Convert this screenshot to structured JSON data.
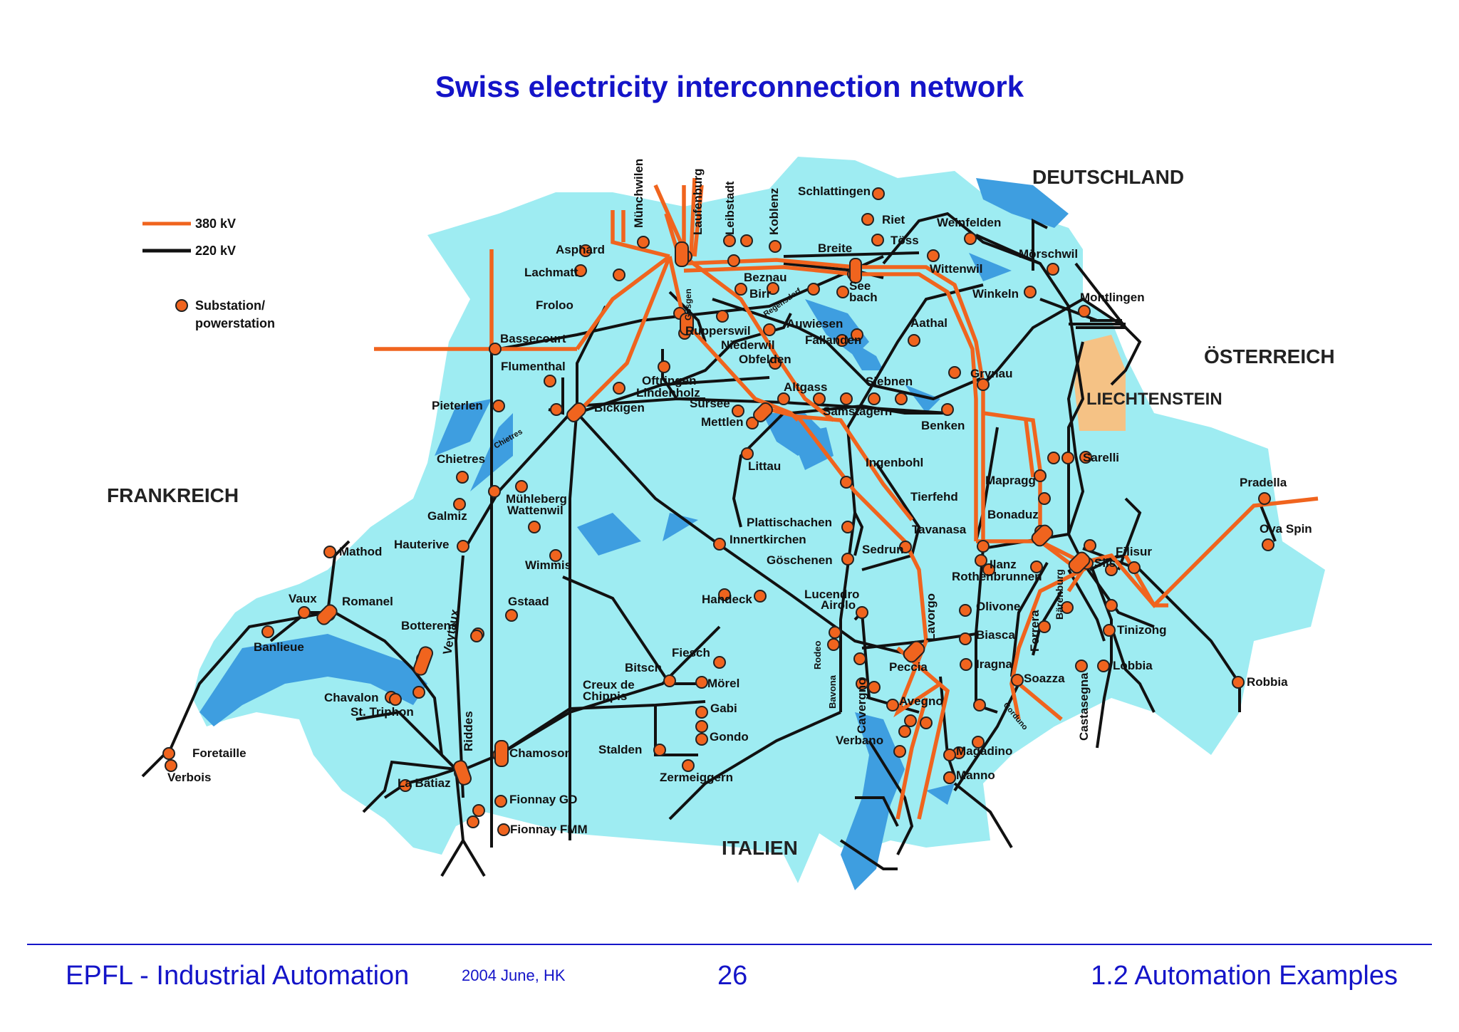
{
  "title": "Swiss electricity interconnection network",
  "legend": {
    "kv380": "380 kV",
    "kv220": "220 kV",
    "substation_line1": "Substation/",
    "substation_line2": "powerstation"
  },
  "colors": {
    "title": "#1414c8",
    "line_380": "#f0641e",
    "line_220": "#111111",
    "land": "#9eecf2",
    "lake": "#3e9ee0",
    "liechtenstein": "#f5c285",
    "node_fill": "#f0641e",
    "node_stroke": "#222222"
  },
  "countries": {
    "deutschland": "DEUTSCHLAND",
    "oesterreich": "ÖSTERREICH",
    "liechtenstein": "LIECHTENSTEIN",
    "frankreich": "FRANKREICH",
    "italien": "ITALIEN"
  },
  "places": [
    "Münchwilen",
    "Laufenburg",
    "Leibstadt",
    "Koblenz",
    "Schlattingen",
    "Riet",
    "Töss",
    "Weinfelden",
    "Asphard",
    "Lachmatt",
    "Froloo",
    "Beznau",
    "Birr",
    "Breite",
    "See",
    "bach",
    "Regensdorf",
    "Gösgen",
    "Rupperswil",
    "Niederwil",
    "Auwiesen",
    "Fällanden",
    "Aathal",
    "Wittenwil",
    "Mörschwil",
    "Winkeln",
    "Montlingen",
    "Bassecourt",
    "Flumenthal",
    "Obfelden",
    "Oftringen",
    "Lindenholz",
    "Sursee",
    "Altgass",
    "Siebnen",
    "Grynau",
    "Pieterlen",
    "Bickigen",
    "Samstagern",
    "Benken",
    "Mettlen",
    "Littau",
    "Ingenbohl",
    "Sarelli",
    "Chietres",
    "Mühleberg",
    "Wattenwil",
    "Galmiz",
    "Mapragg",
    "Pradella",
    "Tierfehd",
    "Bonaduz",
    "Tavanasa",
    "Ova Spin",
    "Plattischachen",
    "Innertkirchen",
    "Sedrun",
    "Mathod",
    "Hauterive",
    "Wimmis",
    "Göschenen",
    "Ilanz",
    "Rothenbrunnen",
    "Sils",
    "Filisur",
    "Tinizong",
    "Bärenburg",
    "Vaux",
    "Romanel",
    "Gstaad",
    "Handeck",
    "Lucendro",
    "Airolo",
    "Olivone",
    "Lavorgo",
    "Botterens",
    "Banlieue",
    "Veytaux",
    "Fiesch",
    "Biasca",
    "Ferrera",
    "Peccia",
    "Robbia",
    "Bitsch",
    "Rodeo",
    "Bavona",
    "Iragna",
    "Soazza",
    "Lobbia",
    "Castasegna",
    "Chavalon",
    "Mörel",
    "Creux de",
    "Chippis",
    "Cavergno",
    "Avegno",
    "Gabi",
    "St. Triphon",
    "Gondo",
    "Verbano",
    "Riddes",
    "Foretaille",
    "Stalden",
    "Chamoson",
    "Magadino",
    "Gorduno",
    "Verbois",
    "La Bâtiaz",
    "Manno",
    "Zermeiggern",
    "Fionnay GD",
    "Fionnay FMM"
  ],
  "footer": {
    "left": "EPFL - Industrial Automation",
    "date": "2004 June, HK",
    "page": "26",
    "right": "1.2 Automation Examples"
  }
}
